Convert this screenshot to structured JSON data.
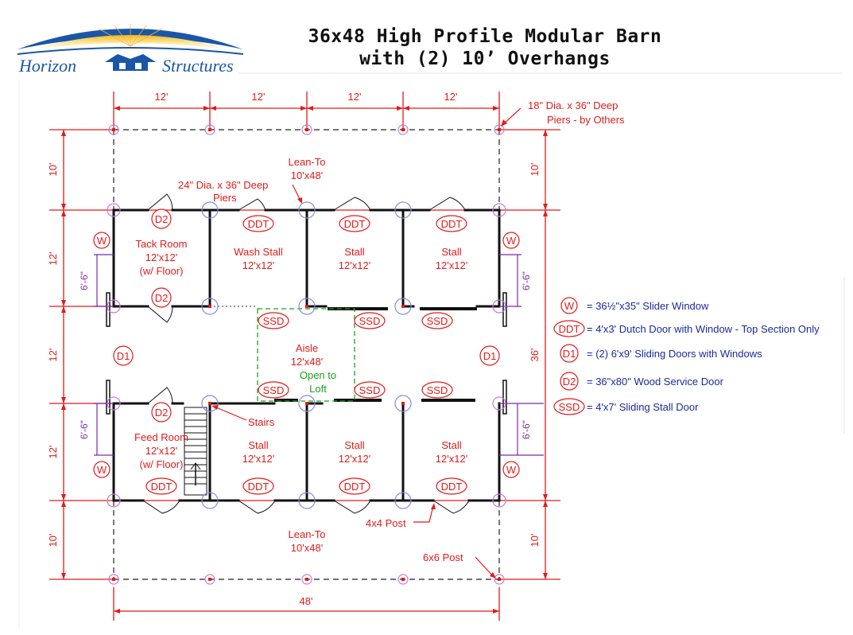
{
  "header": {
    "title_line1": "36x48 High Profile Modular Barn",
    "title_line2": "with (2) 10’ Overhangs",
    "logo_left": "Horizon",
    "logo_right": "Structures"
  },
  "dims": {
    "top": [
      "12'",
      "12'",
      "12'",
      "12'"
    ],
    "bottom": "48'",
    "left": [
      "10'",
      "12'",
      "12'",
      "12'",
      "10'"
    ],
    "right_top": "10'",
    "right_mid": "36'",
    "right_bottom": "10'",
    "window_height": "6'-6\""
  },
  "notes": {
    "piers18_l1": "18\" Dia. x 36\" Deep",
    "piers18_l2": "Piers - by Others",
    "piers24_l1": "24\" Dia. x 36\" Deep",
    "piers24_l2": "Piers",
    "stairs": "Stairs",
    "post4": "4x4 Post",
    "post6": "6x6 Post"
  },
  "rooms": {
    "leanto_top_l1": "Lean-To",
    "leanto_top_l2": "10'x48'",
    "leanto_bot_l1": "Lean-To",
    "leanto_bot_l2": "10'x48'",
    "tack_l1": "Tack Room",
    "tack_l2": "12'x12'",
    "tack_l3": "(w/ Floor)",
    "wash_l1": "Wash Stall",
    "wash_l2": "12'x12'",
    "stall_l1": "Stall",
    "stall_l2": "12'x12'",
    "feed_l1": "Feed Room",
    "feed_l2": "12'x12'",
    "feed_l3": "(w/ Floor)",
    "aisle_l1": "Aisle",
    "aisle_l2": "12'x48'",
    "loft_l1": "Open to",
    "loft_l2": "Loft"
  },
  "tags": {
    "W": "W",
    "DDT": "DDT",
    "D1": "D1",
    "D2": "D2",
    "SSD": "SSD"
  },
  "legend": [
    {
      "tag": "W",
      "text": "= 36½\"x35\" Slider Window"
    },
    {
      "tag": "DDT",
      "text": "= 4'x3' Dutch Door with Window - Top Section Only"
    },
    {
      "tag": "D1",
      "text": "= (2) 6'x9' Sliding Doors with Windows"
    },
    {
      "tag": "D2",
      "text": "= 36\"x80\" Wood Service Door"
    },
    {
      "tag": "SSD",
      "text": "= 4'x7' Sliding Stall Door"
    }
  ],
  "colors": {
    "dimension": "#e11b1b",
    "wall": "#111111",
    "pier": "#c97ad6",
    "post": "#8a8ae6",
    "legend_text": "#1a2a9c",
    "loft": "#1aa31a",
    "window_marker": "#7a2aa6"
  }
}
